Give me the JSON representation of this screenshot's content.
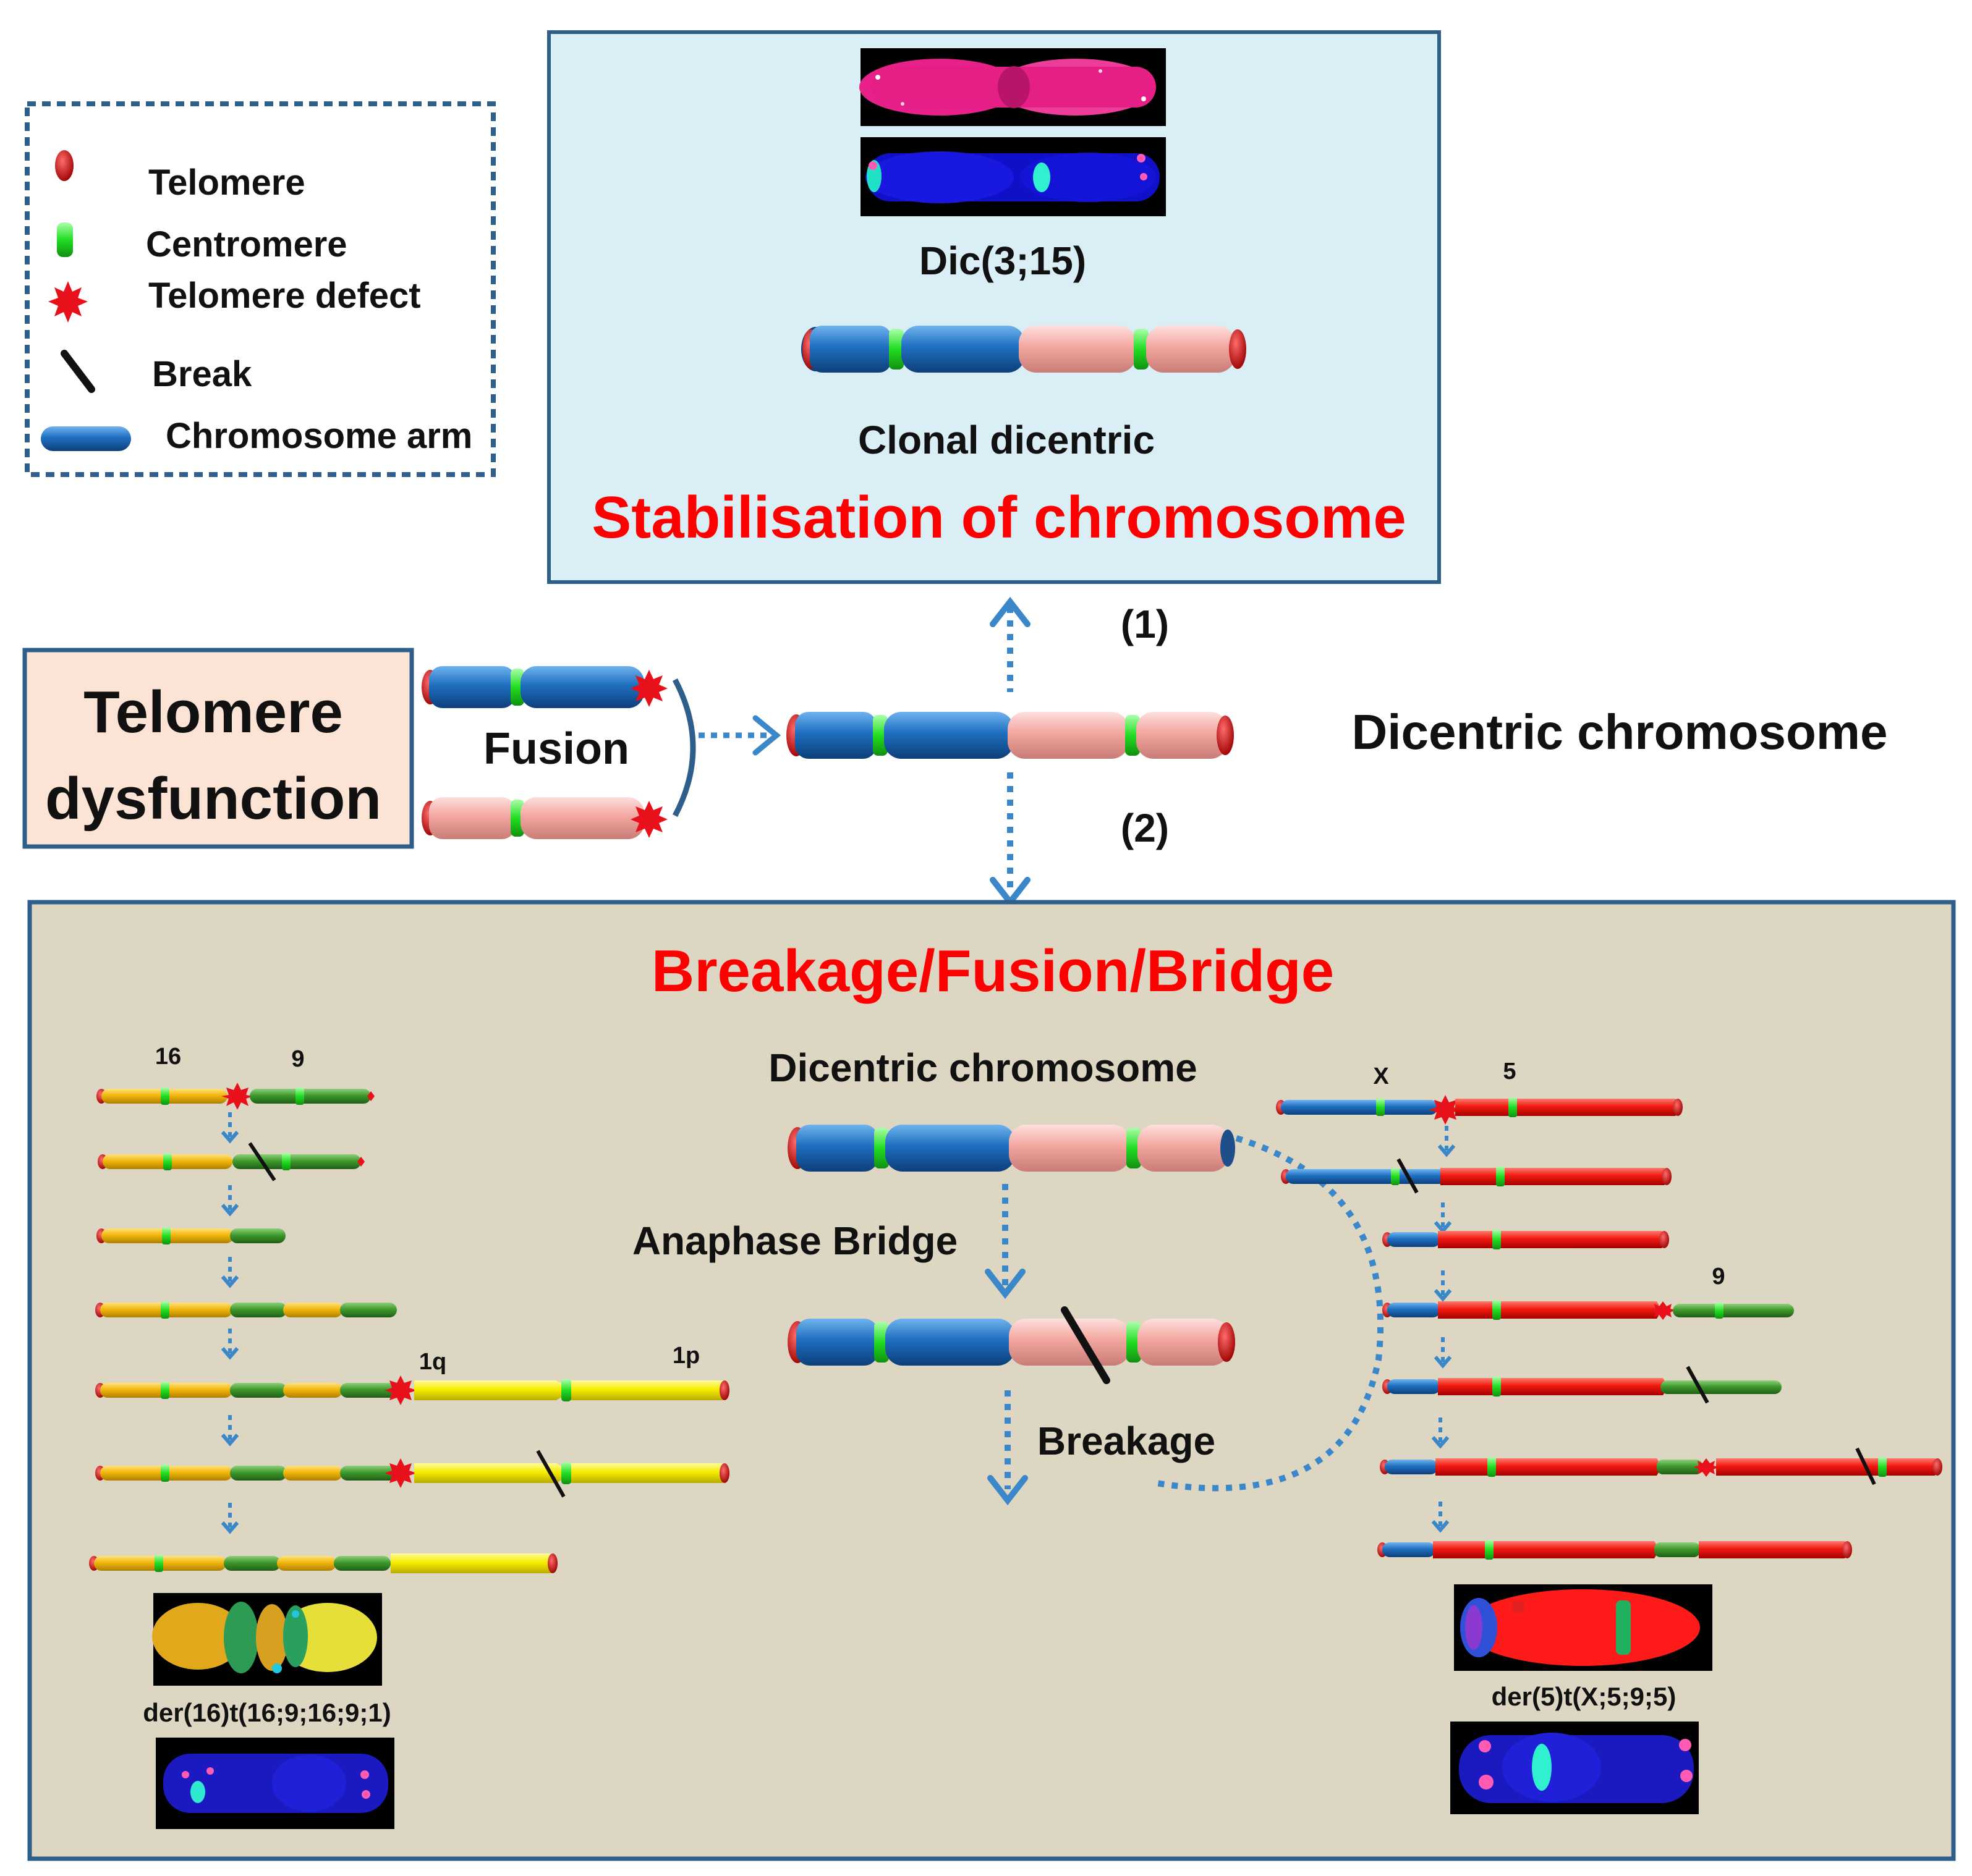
{
  "legend": {
    "telomere": "Telomere",
    "centromere": "Centromere",
    "telomere_defect": "Telomere defect",
    "break": "Break",
    "chromosome_arm": "Chromosome arm"
  },
  "stabilisation": {
    "image_label": "Dic(3;15)",
    "clonal_label": "Clonal dicentric",
    "title": "Stabilisation of chromosome"
  },
  "pathway": {
    "path1": "(1)",
    "path2": "(2)",
    "telomere_dysfunction_line1": "Telomere",
    "telomere_dysfunction_line2": "dysfunction",
    "fusion": "Fusion",
    "dicentric": "Dicentric chromosome"
  },
  "bfb": {
    "title": "Breakage/Fusion/Bridge",
    "dicentric": "Dicentric chromosome",
    "anaphase_bridge": "Anaphase Bridge",
    "breakage": "Breakage",
    "left_labels": {
      "a": "16",
      "b": "9",
      "c": "1q",
      "d": "1p"
    },
    "left_result": "der(16)t(16;9;16;9;1)",
    "right_labels": {
      "a": "X",
      "b": "5",
      "c": "9"
    },
    "right_result": "der(5)t(X;5;9;5)"
  },
  "colors": {
    "arrow": "#3a87c9",
    "red_title": "#ff0000",
    "blue_arm": "#1f6fc0",
    "pink_arm": "#f4a6a0",
    "centromere": "#22dd22",
    "telomere": "#d40000",
    "stab_bg": "#d9eef5",
    "bfb_bg": "#ddd6c2",
    "dysfunction_bg": "#fbe4d5",
    "box_border": "#2d5f8a"
  }
}
